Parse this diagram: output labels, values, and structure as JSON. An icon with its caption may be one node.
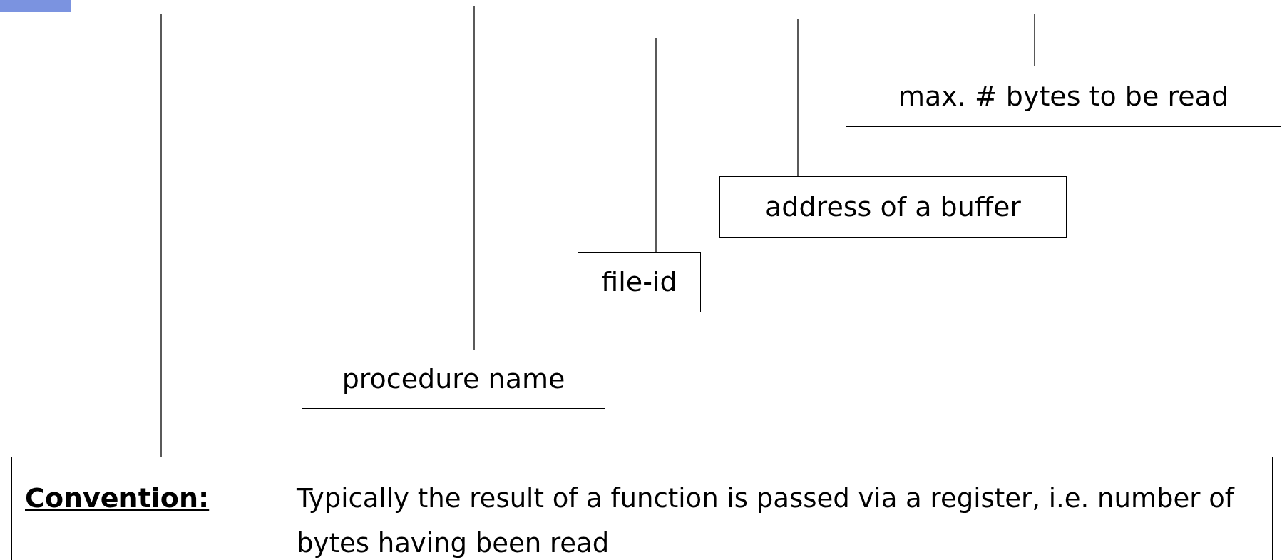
{
  "diagram": {
    "nodes": [
      {
        "text": [
          "max. # bytes to be read"
        ]
      },
      {
        "text": [
          "address of a buffer"
        ]
      },
      {
        "text": [
          "file-id"
        ]
      },
      {
        "text": [
          "procedure name"
        ]
      },
      {
        "text": [
          "Convention:",
          "Typically the result of a function is passed via a register, i.e. number of bytes having been read"
        ]
      }
    ],
    "edges": [
      {
        "from": null,
        "to": 4,
        "arrow": "none"
      },
      {
        "from": null,
        "to": 3,
        "arrow": "none"
      },
      {
        "from": null,
        "to": 2,
        "arrow": "none"
      },
      {
        "from": null,
        "to": 1,
        "arrow": "none"
      },
      {
        "from": null,
        "to": 0,
        "arrow": "none"
      }
    ]
  }
}
